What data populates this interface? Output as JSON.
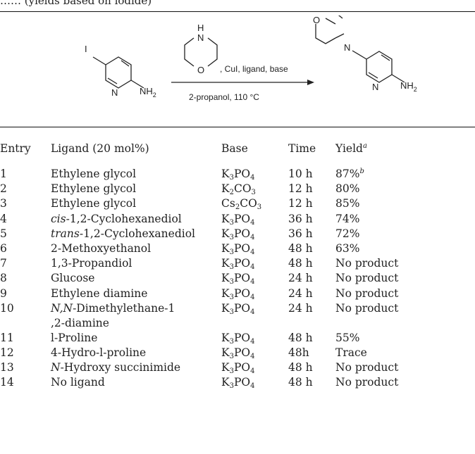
{
  "caption_fragment": "…… (yields based on iodide)",
  "scheme": {
    "substituent_i": "I",
    "ring_n": "N",
    "amine": "NH",
    "amine_sub": "2",
    "morpholine_nh": "N",
    "morpholine_h": "H",
    "morpholine_o": "O",
    "conditions_above": ", CuI, ligand, base",
    "conditions_below": "2-propanol, 110 °C",
    "product_o": "O",
    "product_n": "N",
    "product_ring_n": "N",
    "product_amine": "NH",
    "product_amine_sub": "2"
  },
  "table": {
    "headers": {
      "entry": "Entry",
      "ligand": "Ligand (20 mol%)",
      "base": "Base",
      "time": "Time",
      "yield": "Yield",
      "yield_sup": "a"
    },
    "rows": [
      {
        "entry": "1",
        "ligand": "Ethylene glycol",
        "base": "K",
        "base_sub1": "3",
        "base_mid": "PO",
        "base_sub2": "4",
        "time": "10 h",
        "yield": "87%",
        "yield_sup": "b"
      },
      {
        "entry": "2",
        "ligand": "Ethylene glycol",
        "base": "K",
        "base_sub1": "2",
        "base_mid": "CO",
        "base_sub2": "3",
        "time": "12 h",
        "yield": "80%"
      },
      {
        "entry": "3",
        "ligand": "Ethylene glycol",
        "base": "Cs",
        "base_sub1": "2",
        "base_mid": "CO",
        "base_sub2": "3",
        "time": "12 h",
        "yield": "85%"
      },
      {
        "entry": "4",
        "ligand_italic": "cis",
        "ligand_rest": "-1,2-Cyclohexanediol",
        "base": "K",
        "base_sub1": "3",
        "base_mid": "PO",
        "base_sub2": "4",
        "time": "36 h",
        "yield": "74%"
      },
      {
        "entry": "5",
        "ligand_italic": "trans",
        "ligand_rest": "-1,2-Cyclohexanediol",
        "base": "K",
        "base_sub1": "3",
        "base_mid": "PO",
        "base_sub2": "4",
        "time": "36 h",
        "yield": "72%"
      },
      {
        "entry": "6",
        "ligand": "2-Methoxyethanol",
        "base": "K",
        "base_sub1": "3",
        "base_mid": "PO",
        "base_sub2": "4",
        "time": "48 h",
        "yield": "63%"
      },
      {
        "entry": "7",
        "ligand": "1,3-Propandiol",
        "base": "K",
        "base_sub1": "3",
        "base_mid": "PO",
        "base_sub2": "4",
        "time": "48 h",
        "yield": "No product"
      },
      {
        "entry": "8",
        "ligand": "Glucose",
        "base": "K",
        "base_sub1": "3",
        "base_mid": "PO",
        "base_sub2": "4",
        "time": "24 h",
        "yield": "No product"
      },
      {
        "entry": "9",
        "ligand": "Ethylene diamine",
        "base": "K",
        "base_sub1": "3",
        "base_mid": "PO",
        "base_sub2": "4",
        "time": "24 h",
        "yield": "No product"
      },
      {
        "entry": "10",
        "ligand_italic": "N,N",
        "ligand_rest": "-Dimethylethane-1",
        "ligand_line2": ",2-diamine",
        "base": "K",
        "base_sub1": "3",
        "base_mid": "PO",
        "base_sub2": "4",
        "time": "24 h",
        "yield": "No product"
      },
      {
        "entry": "11",
        "ligand": "l-Proline",
        "base": "K",
        "base_sub1": "3",
        "base_mid": "PO",
        "base_sub2": "4",
        "time": "48 h",
        "yield": "55%"
      },
      {
        "entry": "12",
        "ligand": "4-Hydro-l-proline",
        "base": "K",
        "base_sub1": "3",
        "base_mid": "PO",
        "base_sub2": "4",
        "time": "48h",
        "yield": "Trace"
      },
      {
        "entry": "13",
        "ligand_italic": "N",
        "ligand_rest": "-Hydroxy succinimide",
        "base": "K",
        "base_sub1": "3",
        "base_mid": "PO",
        "base_sub2": "4",
        "time": "48 h",
        "yield": "No product"
      },
      {
        "entry": "14",
        "ligand": "No ligand",
        "base": "K",
        "base_sub1": "3",
        "base_mid": "PO",
        "base_sub2": "4",
        "time": "48 h",
        "yield": "No product"
      }
    ]
  }
}
